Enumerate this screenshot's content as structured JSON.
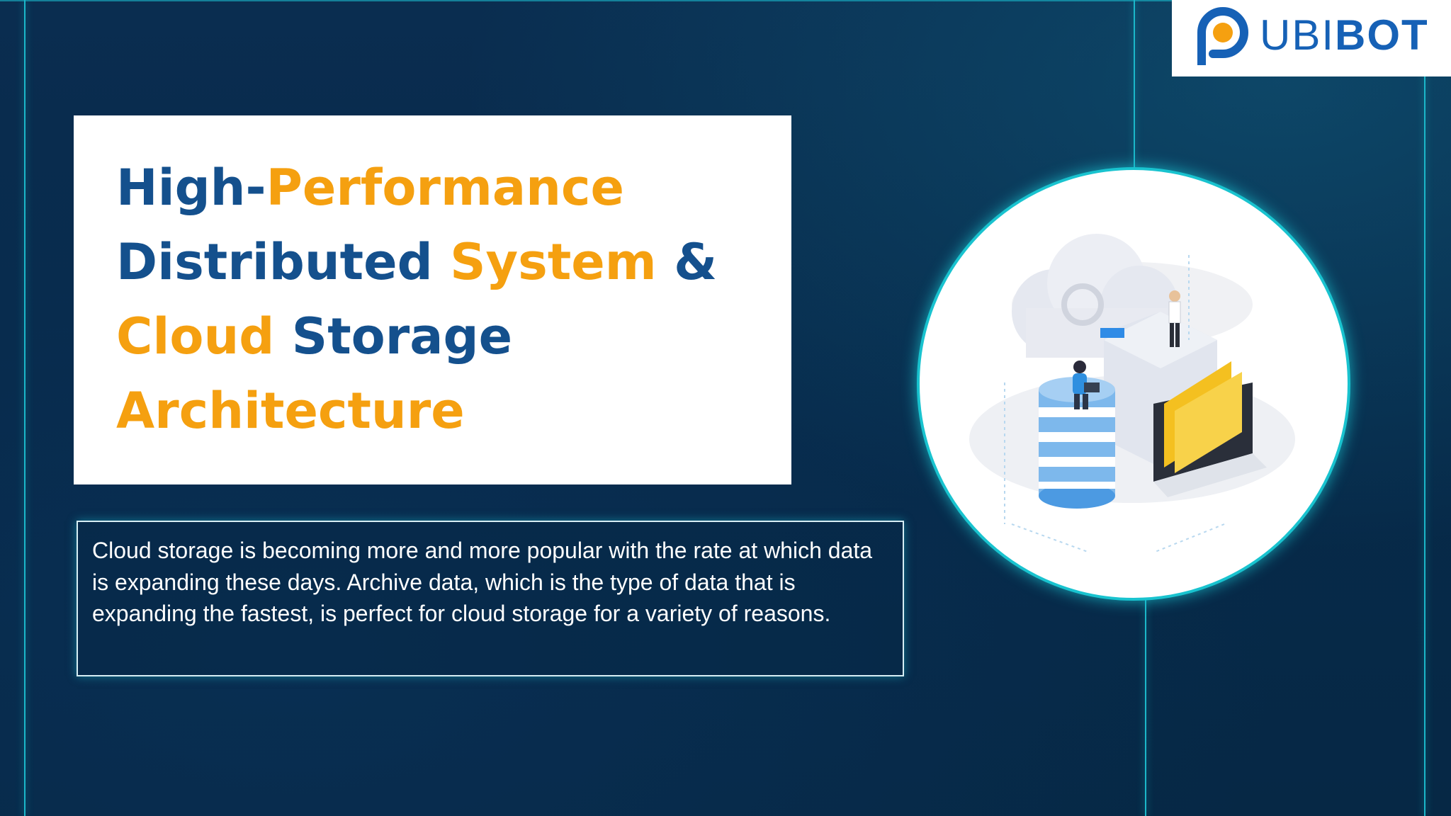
{
  "brand": {
    "logo_ubi": "UBI",
    "logo_bot": "BOT"
  },
  "title": {
    "part1": "High-",
    "part2": "Performance",
    "part3": "Distributed ",
    "part4": "System",
    "part5": " &",
    "part6": "Cloud ",
    "part7": "Storage",
    "part8": "Architecture"
  },
  "description": "Cloud storage is becoming more and more popular with the rate at which data is expanding these days. Archive data, which is the type of data that is expanding the fastest, is perfect for cloud storage for a variety of reasons.",
  "colors": {
    "background": "#072a4a",
    "accent_cyan": "#1bb7c9",
    "title_blue": "#14508d",
    "title_orange": "#f5a010"
  },
  "illustration": "cloud-storage-illustration"
}
